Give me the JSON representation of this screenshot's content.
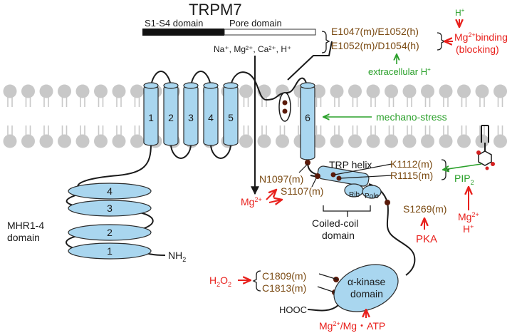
{
  "title": "TRPM7",
  "domains": {
    "s1s4": "S1-S4 domain",
    "pore": "Pore domain",
    "mhr": [
      "MHR1-4",
      "domain"
    ],
    "trp_helix": "TRP helix",
    "rib": "Rib",
    "pole": "Pole",
    "coiled_coil": [
      "Coiled-coil",
      "domain"
    ],
    "kinase": [
      "α-kinase",
      "domain"
    ]
  },
  "helices": [
    "1",
    "2",
    "3",
    "4",
    "5",
    "6"
  ],
  "mhr_repeats": [
    "4",
    "3",
    "2",
    "1"
  ],
  "termini": {
    "n": "NH",
    "n_sub": "2",
    "c": "HOOC"
  },
  "ions": {
    "label": "Na⁺, Mg²⁺, Ca²⁺, H⁺",
    "out": "Mg",
    "out_sup": "2+"
  },
  "residues": {
    "e1047": "E1047(m)/E1052(h)",
    "e1052": "E1052(m)/D1054(h)",
    "n1097": "N1097(m)",
    "s1107": "S1107(m)",
    "k1112": "K1112(m)",
    "r1115": "R1115(m)",
    "s1269": "S1269(m)",
    "c1809": "C1809(m)",
    "c1813": "C1813(m)"
  },
  "modulators": {
    "h_top": "H",
    "h_top_sup": "+",
    "mg_binding": "Mg",
    "mg_binding_sup": "2+",
    "mg_binding_rest": "binding",
    "blocking": "(blocking)",
    "extracellular": "extracellular H",
    "extracellular_sup": "+",
    "mechano": "mechano-stress",
    "pip": "PIP",
    "pip_sub": "2",
    "mg_right": "Mg",
    "mg_right_sup": "2+",
    "h_right": "H",
    "h_right_sup": "+",
    "pka": "PKA",
    "h2o2_a": "H",
    "h2o2_sub1": "2",
    "h2o2_b": "O",
    "h2o2_sub2": "2",
    "mg_atp_a": "Mg",
    "mg_atp_sup": "2+",
    "mg_atp_b": "/Mg・ATP"
  },
  "colors": {
    "helix_fill": "#a9d6ef",
    "residue_text": "#7a4a12",
    "activator": "#2aa02a",
    "inhibitor": "#e8201c",
    "membrane_head": "#c8c8c8"
  }
}
